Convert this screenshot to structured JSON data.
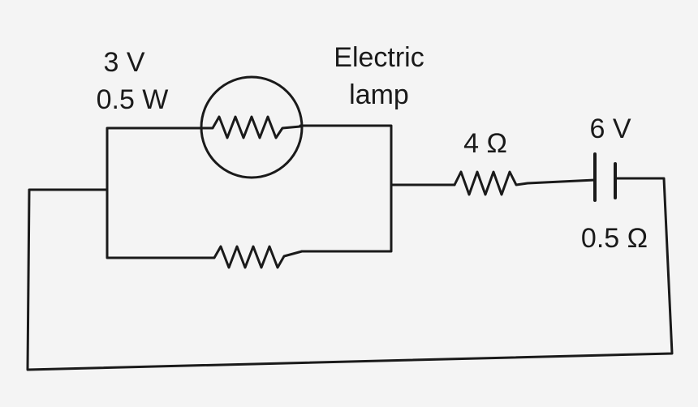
{
  "lamp": {
    "voltage": "3 V",
    "power": "0.5 W",
    "name_line1": "Electric",
    "name_line2": "lamp"
  },
  "series_resistor": {
    "value": "4 Ω"
  },
  "cell": {
    "emf": "6 V",
    "internal_resistance": "0.5 Ω"
  }
}
